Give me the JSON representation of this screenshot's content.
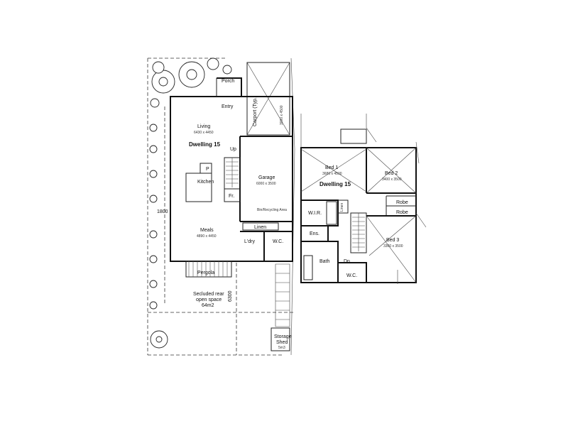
{
  "ground_floor": {
    "porch": "Porch",
    "entry": "Entry",
    "living": "Living",
    "living_dim": "6430 x 4450",
    "dwelling": "Dwelling 15",
    "up": "Up",
    "carport": "Carport (Typ.)",
    "carport_dim": "3000 x 4500",
    "kitchen": "Kitchen",
    "pantry": "P",
    "fridge": "Fr.",
    "garage": "Garage",
    "garage_dim": "6000 x 3500",
    "bin_area": "Bin/Recycling Area",
    "linen": "Linen",
    "meals": "Meals",
    "meals_dim": "4890 x 4450",
    "laundry": "L'dry",
    "wc": "W.C.",
    "pergola": "Pergola",
    "open_space_line1": "Secluded rear",
    "open_space_line2": "open space",
    "open_space_line3": "64m2",
    "setback_side": "1800",
    "setback_rear": "6300",
    "storage_line1": "Storage",
    "storage_line2": "Shed",
    "storage_dim": "5m3"
  },
  "first_floor": {
    "bed1": "Bed 1",
    "bed1_dim": "3680 x 4500",
    "dwelling": "Dwelling 15",
    "bed2": "Bed 2",
    "bed2_dim": "3400 x 3500",
    "robe1": "Robe",
    "robe2": "Robe",
    "wir": "W.I.R.",
    "linen": "Linen",
    "ens": "Ens.",
    "bath": "Bath",
    "dn": "Dn",
    "wc": "W.C.",
    "bed3": "Bed 3",
    "bed3_dim": "3300 x 3500"
  },
  "icons": {
    "tree": "tree-icon",
    "stair": "stair-icon",
    "door": "door-swing-icon"
  }
}
